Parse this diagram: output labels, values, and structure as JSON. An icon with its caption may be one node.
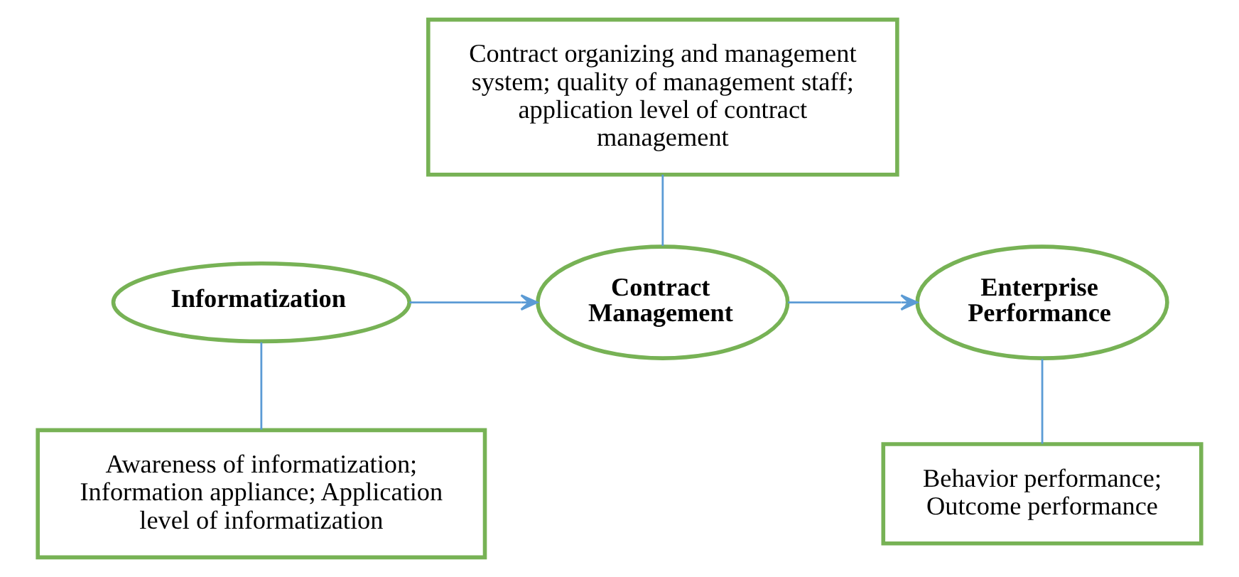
{
  "diagram": {
    "nodes": [
      {
        "text": [
          "Contract organizing and management system; quality of management staff; application level of contract management"
        ]
      },
      {
        "text": [
          "Informatization"
        ]
      },
      {
        "text": [
          "Contract Management"
        ]
      },
      {
        "text": [
          "Enterprise Performance"
        ]
      },
      {
        "text": [
          "Awareness of informatization; Information appliance; Application level of informatization"
        ]
      },
      {
        "text": [
          "Behavior performance; Outcome performance"
        ]
      }
    ],
    "edges": [
      {
        "from": 0,
        "to": 2,
        "arrow": "none"
      },
      {
        "from": 1,
        "to": 2,
        "arrow": "to"
      },
      {
        "from": 2,
        "to": 3,
        "arrow": "to"
      },
      {
        "from": 1,
        "to": 4,
        "arrow": "none"
      },
      {
        "from": 3,
        "to": 5,
        "arrow": "none"
      }
    ]
  }
}
